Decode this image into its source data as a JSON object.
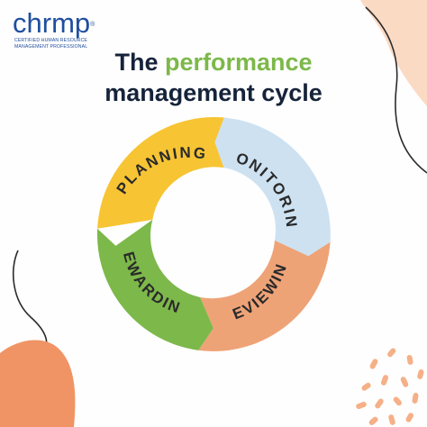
{
  "brand": {
    "name": "chrmp",
    "registered_mark": "®",
    "subtitle_line1": "CERTIFIED HUMAN RESOURCE",
    "subtitle_line2": "MANAGEMENT PROFESSIONAL"
  },
  "headline": {
    "prefix": "The ",
    "accent": "performance",
    "line2": "management cycle"
  },
  "cycle": {
    "stages": [
      {
        "label": "PLANNING",
        "color": "#f7c434"
      },
      {
        "label": "MONITORING",
        "color": "#cde1f1"
      },
      {
        "label": "REVIEWING",
        "color": "#eea377"
      },
      {
        "label": "REWARDING",
        "color": "#7db84a"
      }
    ]
  },
  "colors": {
    "logo_blue": "#1f4e9e",
    "headline_dark": "#15233a",
    "headline_accent": "#7db84a",
    "decor_peach": "#fbdac4",
    "decor_orange": "#f09465",
    "decor_orange_light": "#f6b087"
  }
}
